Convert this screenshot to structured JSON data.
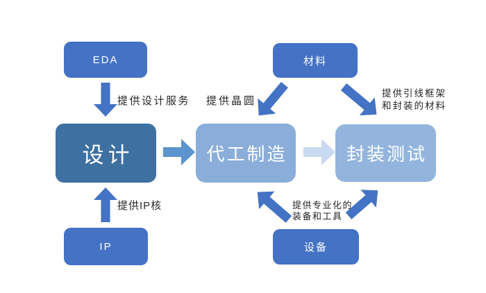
{
  "colors": {
    "canvas-bg": "#FFFFFF",
    "node-primary": "#4472C4",
    "node-design": "#3E70A1",
    "node-foundry": "#8AAED9",
    "node-packaging": "#93B5DD",
    "arrow-primary": "#4472C4",
    "arrow-medium": "#5B94CE",
    "arrow-light": "#C9D9EF",
    "label-text": "#262626"
  },
  "diagram": {
    "nodes": {
      "eda": {
        "label": "EDA"
      },
      "material": {
        "label": "材料"
      },
      "design": {
        "label": "设计"
      },
      "foundry": {
        "label": "代工制造"
      },
      "packaging": {
        "label": "封装测试"
      },
      "ip": {
        "label": "IP"
      },
      "equipment": {
        "label": "设备"
      }
    },
    "edges": {
      "eda_to_design": {
        "label": "提供设计服务"
      },
      "ip_to_design": {
        "label": "提供IP核"
      },
      "material_to_foundry": {
        "label": "提供晶圆"
      },
      "material_to_packaging": {
        "label_line1": "提供引线框架",
        "label_line2": "和封装的材料"
      },
      "equipment_to_fabs": {
        "label_line1": "提供专业化的",
        "label_line2": "装备和工具"
      }
    }
  }
}
